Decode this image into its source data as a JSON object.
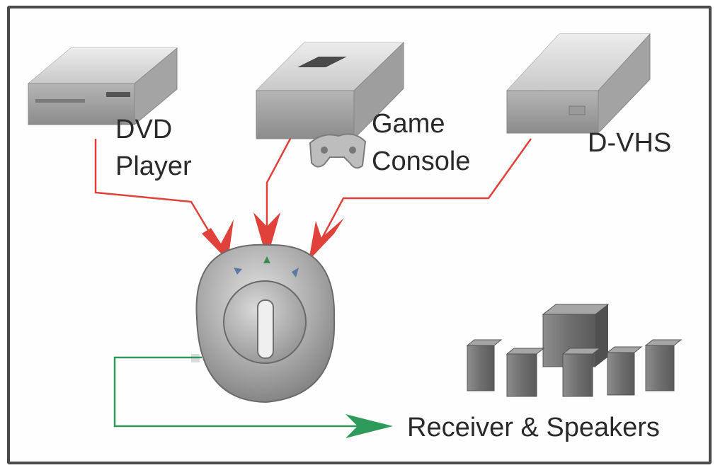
{
  "diagram": {
    "sources": [
      {
        "id": "dvd",
        "label_lines": [
          "DVD",
          "Player"
        ]
      },
      {
        "id": "console",
        "label_lines": [
          "Game",
          "Console"
        ]
      },
      {
        "id": "dvhs",
        "label_lines": [
          "D-VHS"
        ]
      }
    ],
    "output": {
      "label": "Receiver & Speakers"
    },
    "colors": {
      "input_arrow": "#e0413a",
      "output_arrow": "#2e9a5a",
      "frame": "#4a4a4a",
      "device_body": "#9a9a9a",
      "device_light": "#d8d8d8"
    },
    "icons": [
      "dvd-player-icon",
      "game-console-icon",
      "game-controller-icon",
      "d-vhs-icon",
      "selector-switch-icon",
      "speakers-icon"
    ]
  }
}
